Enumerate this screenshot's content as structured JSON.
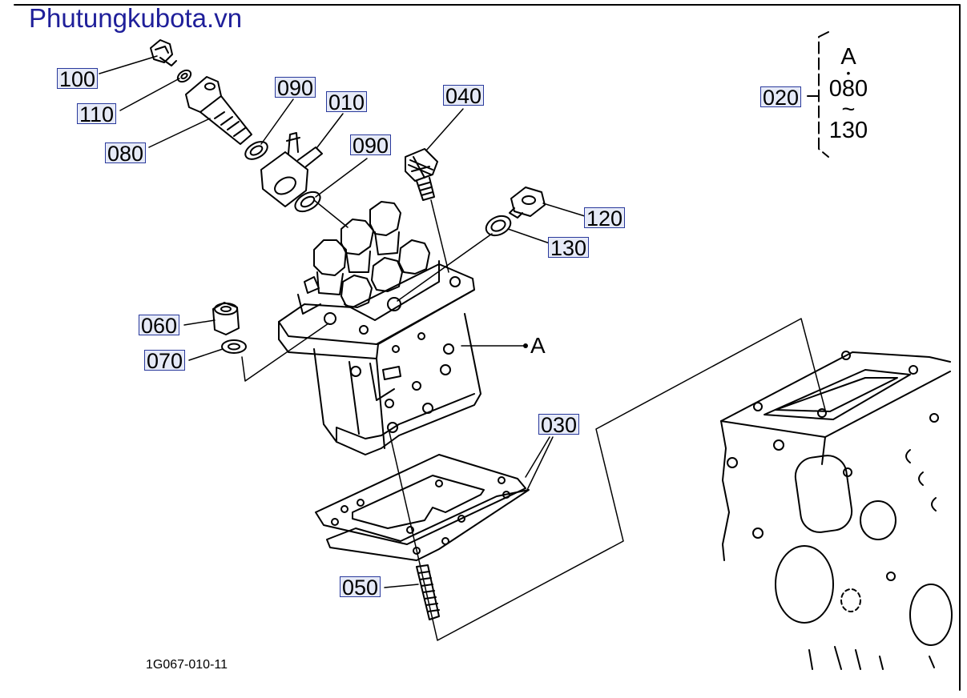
{
  "watermark": "Phutungkubota.vn",
  "drawing_code": "1G067-010-11",
  "reference": {
    "label": "A",
    "range_top": "A",
    "range_dot": "•",
    "range_from": "080",
    "range_tilde": "~",
    "range_to": "130"
  },
  "parts": {
    "p100": "100",
    "p110": "110",
    "p080": "080",
    "p090a": "090",
    "p010": "010",
    "p090b": "090",
    "p040": "040",
    "p120": "120",
    "p130": "130",
    "p060": "060",
    "p070": "070",
    "p030": "030",
    "p050": "050",
    "p020": "020"
  }
}
